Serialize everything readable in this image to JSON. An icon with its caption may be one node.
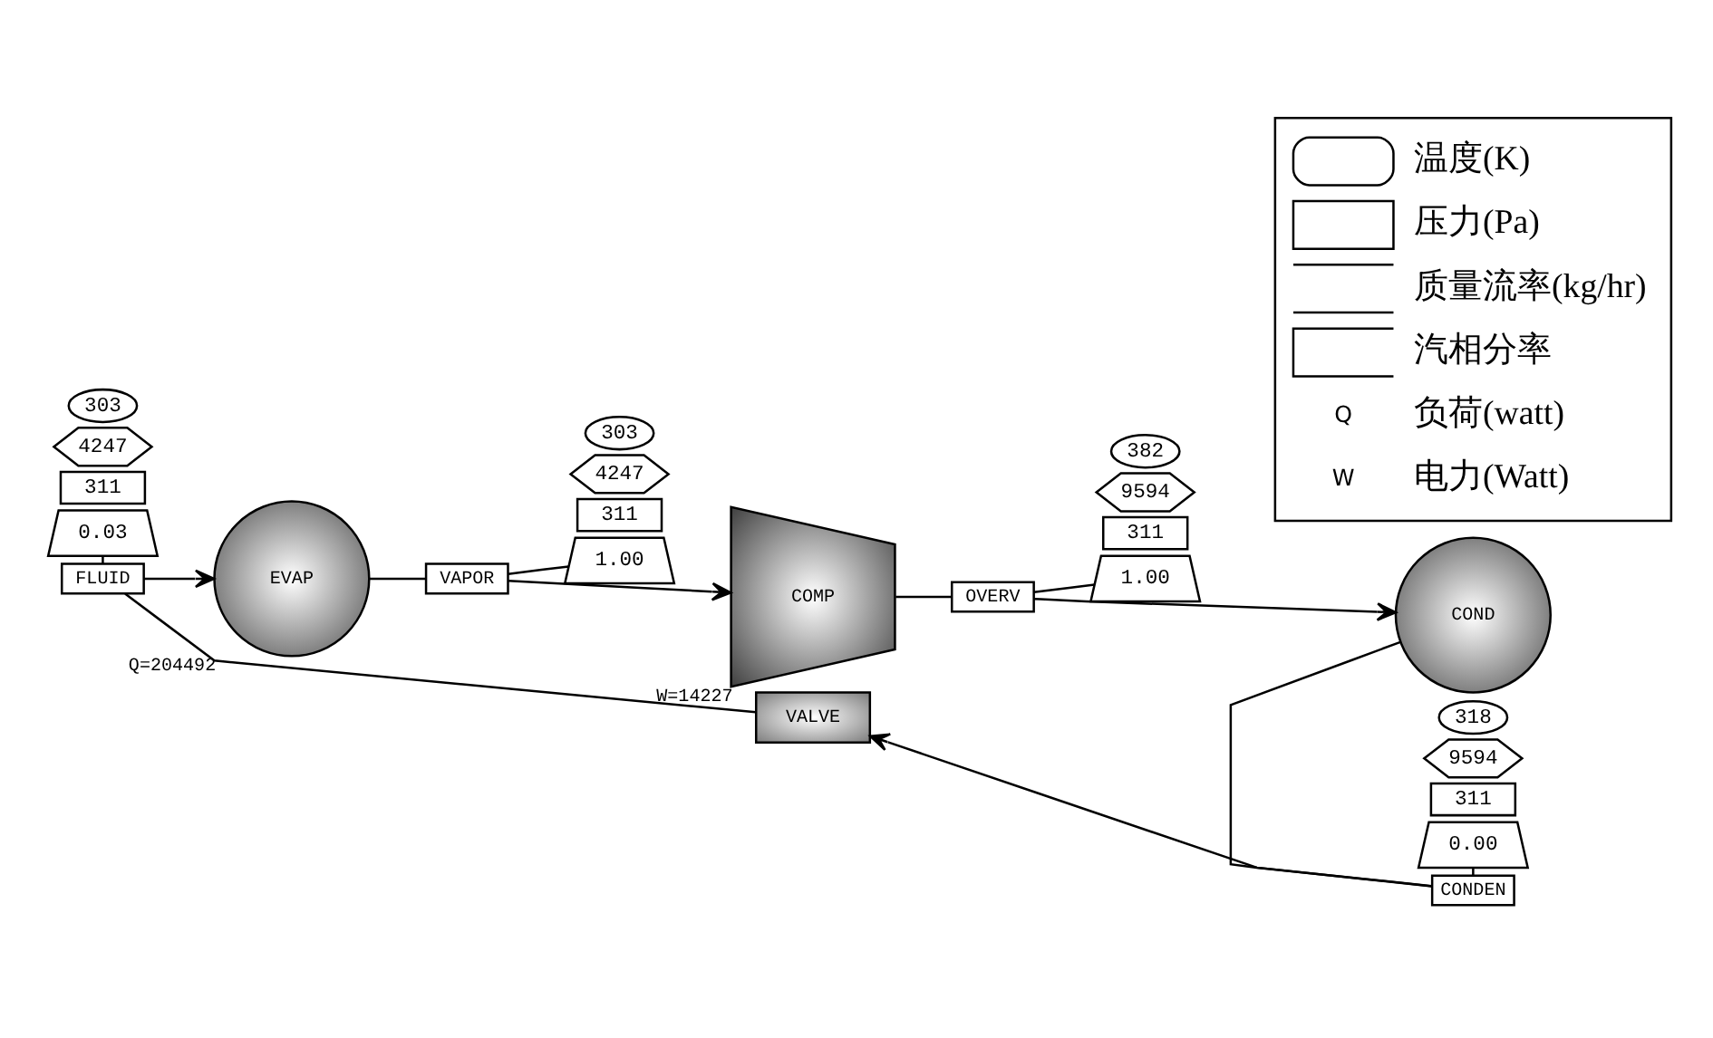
{
  "diagram": {
    "nodes": [
      {
        "text": [
          "303"
        ]
      },
      {
        "text": [
          "4247"
        ]
      },
      {
        "text": [
          "311"
        ]
      },
      {
        "text": [
          "1.00"
        ]
      },
      {
        "text": [
          "VAPOR"
        ]
      },
      {
        "text": [
          "COMP"
        ],
        "beside": [
          "W=14227"
        ]
      },
      {
        "text": [
          "382"
        ]
      },
      {
        "text": [
          "9594"
        ]
      },
      {
        "text": [
          "311"
        ]
      },
      {
        "text": [
          "1.00"
        ]
      },
      {
        "text": [
          "OVERV"
        ]
      },
      {
        "text": [
          "EVAP"
        ],
        "beside": [
          "Q=204492"
        ]
      },
      {
        "text": [
          "COND"
        ]
      },
      {
        "text": [
          "303"
        ]
      },
      {
        "text": [
          "4247"
        ]
      },
      {
        "text": [
          "311"
        ]
      },
      {
        "text": [
          "0.03"
        ]
      },
      {
        "text": [
          "318"
        ]
      },
      {
        "text": [
          "9594"
        ]
      },
      {
        "text": [
          "311"
        ]
      },
      {
        "text": [
          "0.00"
        ]
      },
      {
        "text": [
          "VALVE"
        ]
      },
      {
        "text": [
          "FLUID"
        ]
      },
      {
        "text": [
          "CONDEN"
        ]
      }
    ],
    "edges": [
      {
        "from": 11,
        "to": 4,
        "arrow": "none"
      },
      {
        "from": 4,
        "to": 5,
        "arrow": "to"
      },
      {
        "from": 5,
        "to": 10,
        "arrow": "none"
      },
      {
        "from": 10,
        "to": 12,
        "arrow": "to"
      },
      {
        "from": 12,
        "to": 23,
        "arrow": "none"
      },
      {
        "from": 23,
        "to": 21,
        "arrow": "to"
      },
      {
        "from": 21,
        "to": 22,
        "arrow": "none"
      },
      {
        "from": 22,
        "to": 11,
        "arrow": "to"
      },
      {
        "from": 4,
        "to": 3,
        "arrow": "none"
      },
      {
        "from": 10,
        "to": 9,
        "arrow": "none"
      },
      {
        "from": 22,
        "to": 16,
        "arrow": "none"
      },
      {
        "from": 23,
        "to": 20,
        "arrow": "none"
      }
    ],
    "labels": [
      "Q",
      "W"
    ],
    "legend": [
      {
        "text": "温度(K)"
      },
      {
        "text": "压力(Pa)"
      },
      {
        "text": "质量流率(kg/hr)"
      },
      {
        "text": "汽相分率"
      },
      {
        "text": "负荷(watt)"
      },
      {
        "text": "电力(Watt)"
      }
    ]
  }
}
